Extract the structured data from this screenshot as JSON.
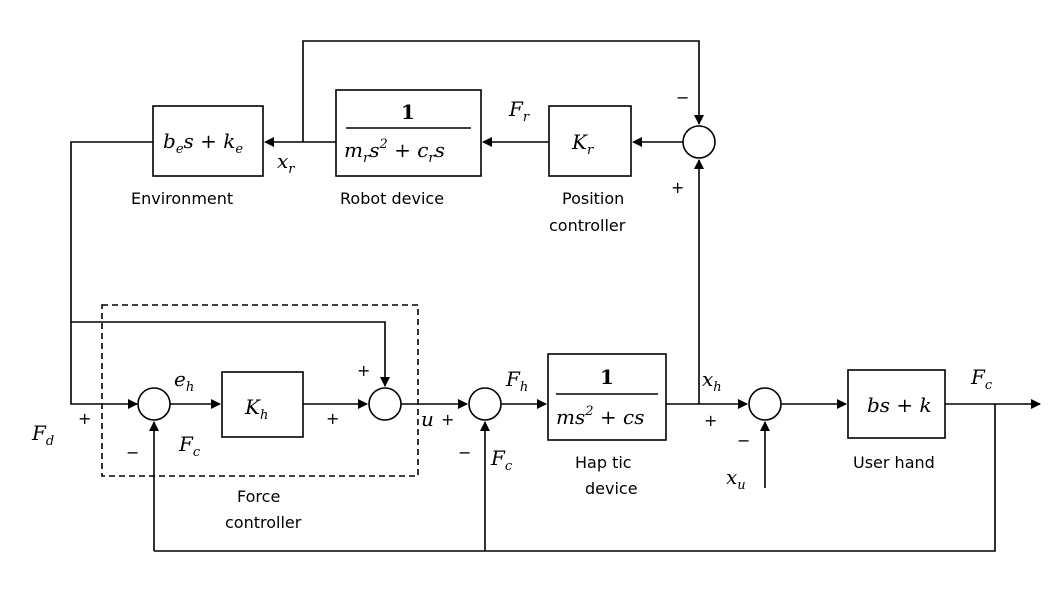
{
  "blocks": {
    "environment": {
      "tf": {
        "a": "b",
        "a_sub": "e",
        "b": "s + k",
        "b_sub": "e"
      },
      "caption": "Environment"
    },
    "robot": {
      "num": "1",
      "den": {
        "m": "m",
        "m_sub": "r",
        "s": "s",
        "s_sup": "2",
        "c": " + c",
        "c_sub": "r",
        "s2": "s"
      },
      "caption": "Robot device"
    },
    "position_controller": {
      "tf": {
        "k": "K",
        "k_sub": "r"
      },
      "caption_line1": "Position",
      "caption_line2": "controller"
    },
    "force_controller": {
      "tf": {
        "k": "K",
        "k_sub": "h"
      },
      "caption_line1": "Force",
      "caption_line2": "controller"
    },
    "haptic": {
      "num": "1",
      "den": {
        "m": "ms",
        "sup": "2",
        "rest": " + cs"
      },
      "caption_line1": "Hap tic",
      "caption_line2": "device"
    },
    "user_hand": {
      "tf": "bs + k",
      "caption": "User hand"
    }
  },
  "signals": {
    "x_r": {
      "base": "x",
      "sub": "r"
    },
    "F_r": {
      "base": "F",
      "sub": "r"
    },
    "e_h": {
      "base": "e",
      "sub": "h"
    },
    "F_d": {
      "base": "F",
      "sub": "d"
    },
    "F_c_force": {
      "base": "F",
      "sub": "c"
    },
    "u": {
      "base": "u"
    },
    "F_h": {
      "base": "F",
      "sub": "h"
    },
    "F_c_haptic": {
      "base": "F",
      "sub": "c"
    },
    "x_h": {
      "base": "x",
      "sub": "h"
    },
    "x_u": {
      "base": "x",
      "sub": "u"
    },
    "F_c_out": {
      "base": "F",
      "sub": "c"
    }
  },
  "signs": {
    "pos_minus": "−",
    "pos_plus": "+",
    "force_plus_left": "+",
    "force_minus_left": "−",
    "force_plus_kh": "+",
    "force_plus_top": "+",
    "haptic_plus": "+",
    "haptic_minus": "−",
    "user_plus": "+",
    "user_minus": "−"
  }
}
